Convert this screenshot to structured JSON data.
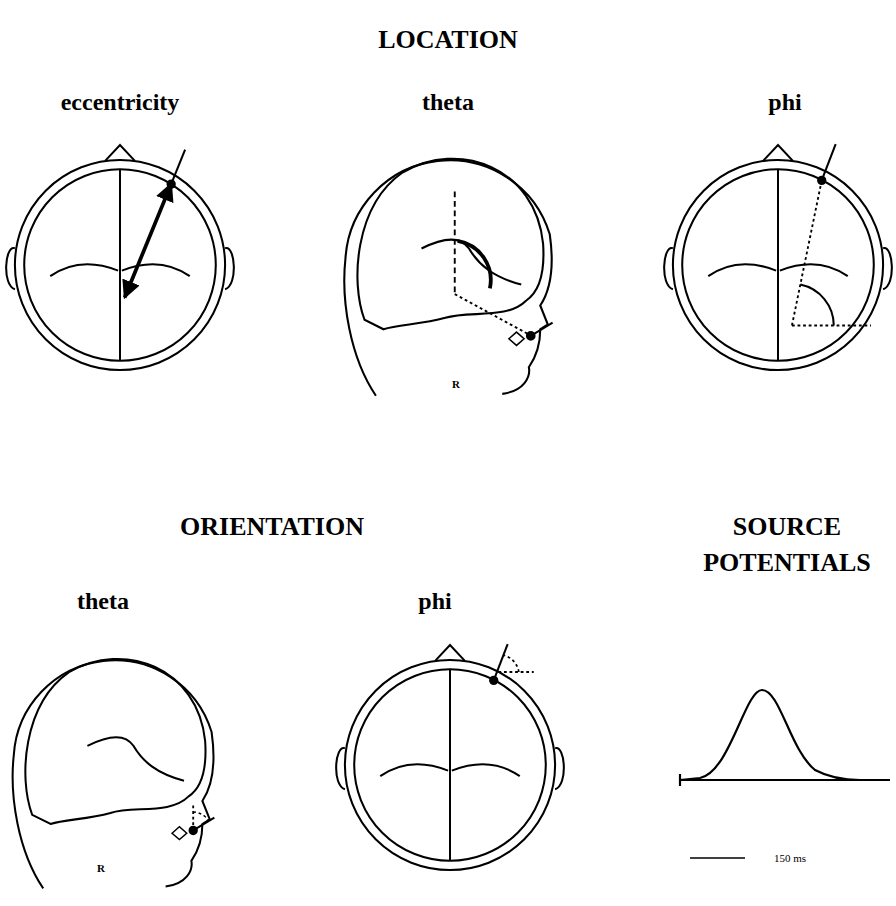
{
  "diagram": {
    "labels": [
      "LOCATION",
      "eccentricity",
      "theta",
      "phi",
      "R",
      "ORIENTATION",
      "SOURCE POTENTIALS",
      "theta",
      "phi",
      "R",
      "150 ms"
    ]
  }
}
